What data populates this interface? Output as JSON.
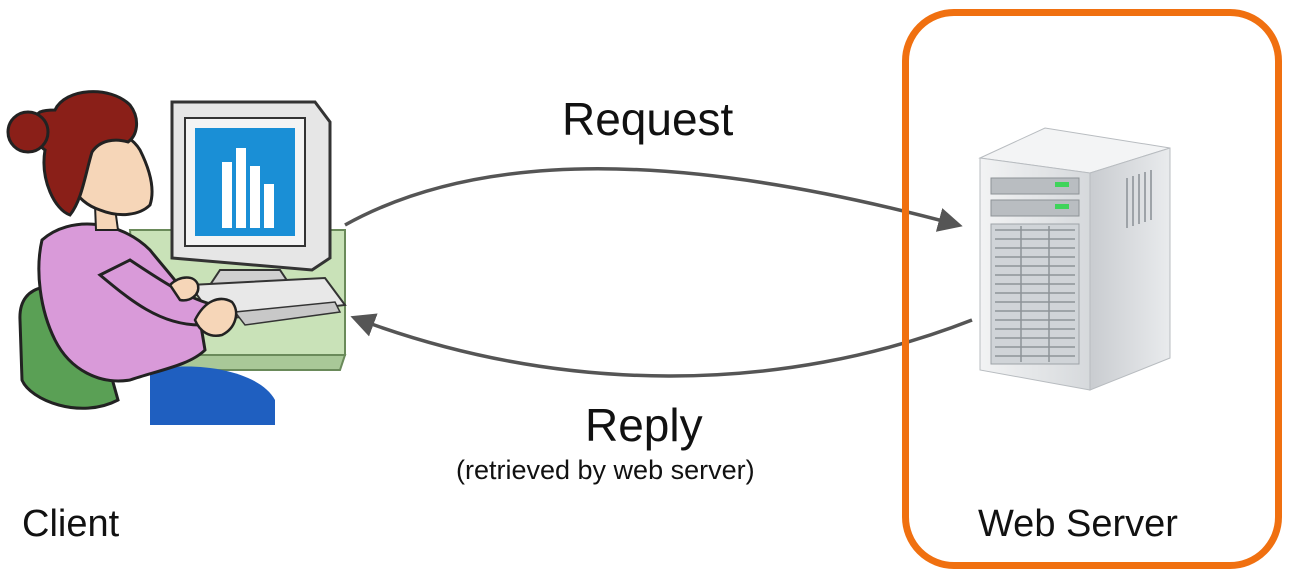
{
  "labels": {
    "request": "Request",
    "reply": "Reply",
    "reply_note": "(retrieved by web server)",
    "client": "Client",
    "server": "Web Server"
  },
  "colors": {
    "server_frame": "#f07010",
    "arrow": "#555555",
    "monitor_screen": "#1a8fd6",
    "shirt": "#d99ad9",
    "chair": "#5aa055",
    "desk": "#c9e2b8",
    "hair": "#8a1f18",
    "server_body": "#e4e6e8"
  },
  "icons": {
    "client": "person-at-computer-icon",
    "server": "server-tower-icon"
  }
}
